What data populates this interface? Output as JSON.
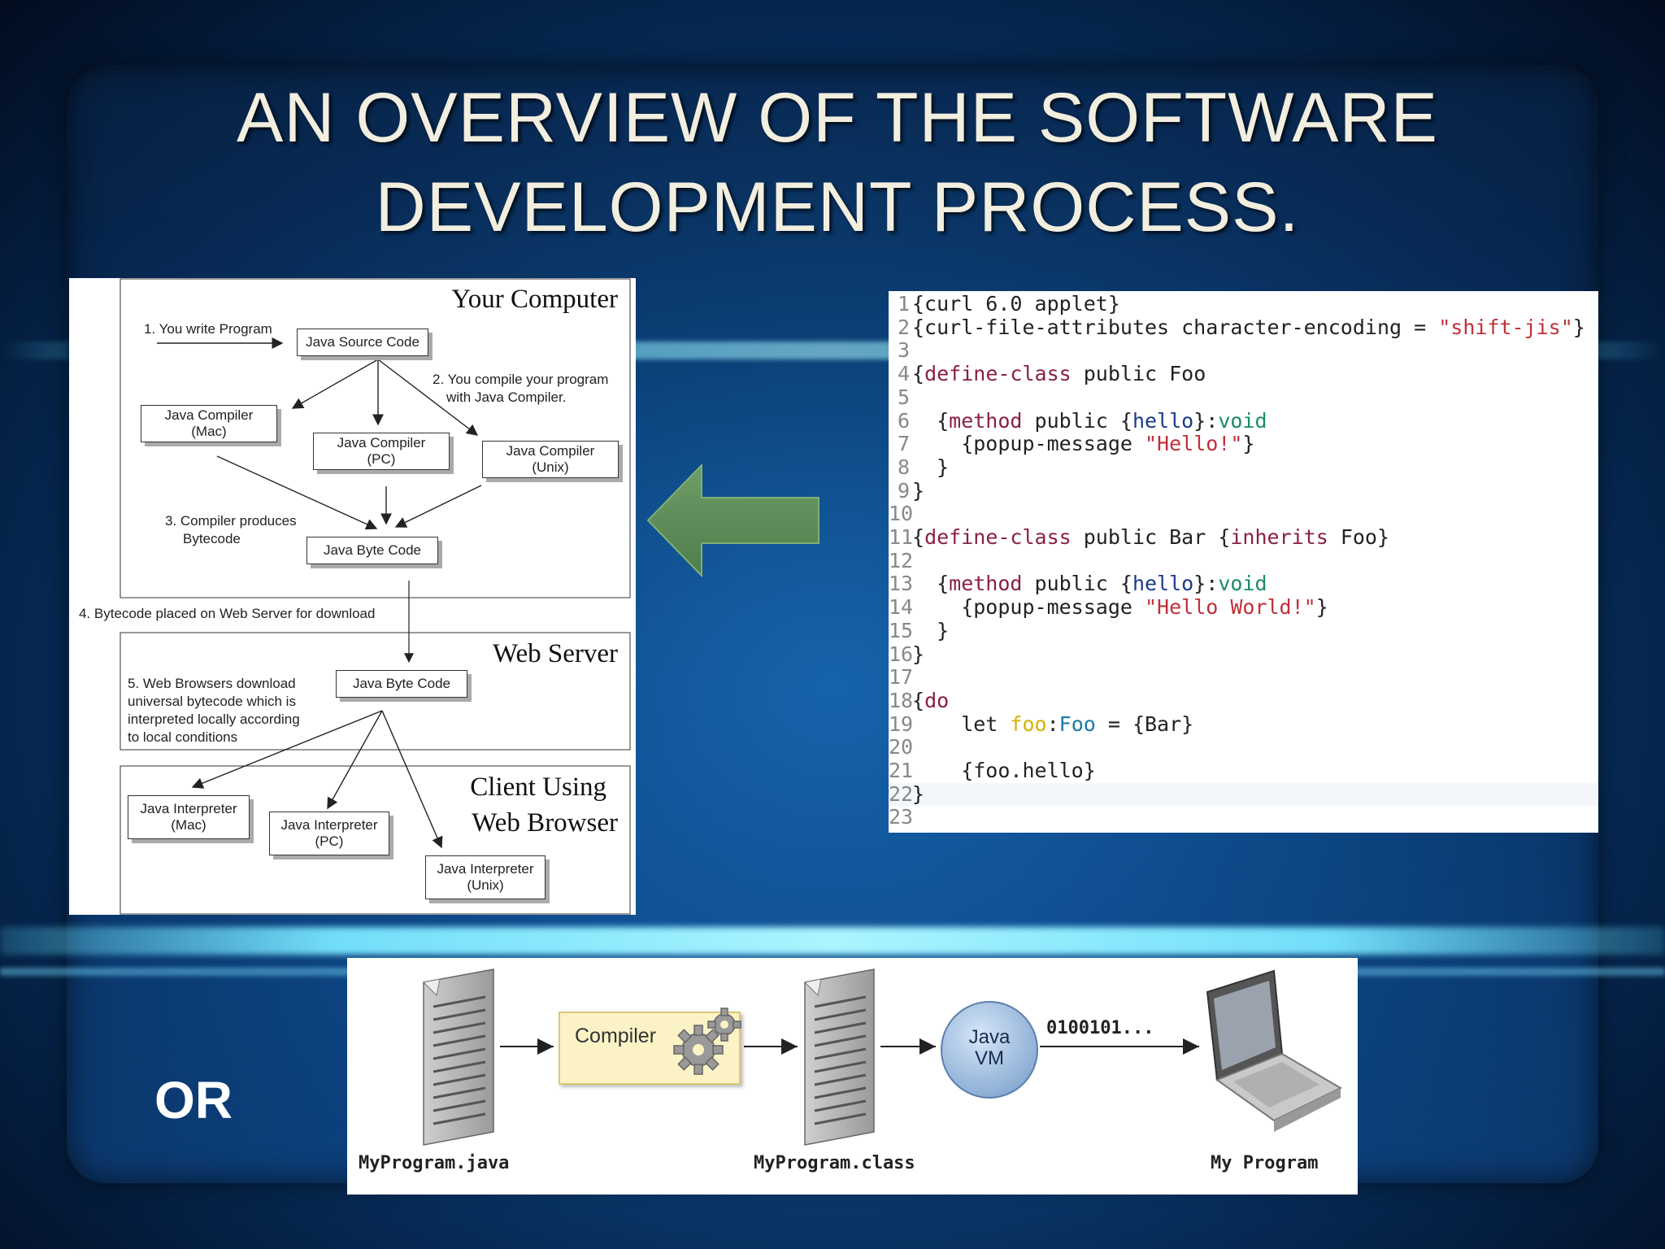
{
  "title": {
    "line1": "AN OVERVIEW OF THE SOFTWARE",
    "line2": "DEVELOPMENT PROCESS."
  },
  "left_diagram": {
    "sections": {
      "your_computer": "Your Computer",
      "web_server": "Web Server",
      "client_line1": "Client Using",
      "client_line2": "Web Browser"
    },
    "steps": {
      "step1": "1. You write Program",
      "step2_line1": "2. You compile your program",
      "step2_line2": "with Java Compiler.",
      "step3_line1": "3. Compiler produces",
      "step3_line2": "Bytecode",
      "step4": "4. Bytecode placed on Web  Server for download",
      "step5_line1": "5. Web Browsers download",
      "step5_line2": "universal bytecode which is",
      "step5_line3": "interpreted locally according",
      "step5_line4": "to local conditions"
    },
    "boxes": {
      "source": "Java Source Code",
      "compiler_mac_1": "Java Compiler",
      "compiler_mac_2": "(Mac)",
      "compiler_pc_1": "Java Compiler",
      "compiler_pc_2": "(PC)",
      "compiler_unix_1": "Java Compiler",
      "compiler_unix_2": "(Unix)",
      "bytecode": "Java Byte Code",
      "server_bytecode": "Java Byte Code",
      "interp_mac_1": "Java Interpreter",
      "interp_mac_2": "(Mac)",
      "interp_pc_1": "Java Interpreter",
      "interp_pc_2": "(PC)",
      "interp_unix_1": "Java Interpreter",
      "interp_unix_2": "(Unix)"
    }
  },
  "arrow": {
    "color": "#5f8f5a",
    "direction": "left"
  },
  "code": {
    "lines": [
      {
        "n": "1",
        "segs": [
          {
            "t": "{curl 6.0 applet}",
            "c": ""
          }
        ]
      },
      {
        "n": "2",
        "segs": [
          {
            "t": "{curl-file-attributes character-encoding = ",
            "c": ""
          },
          {
            "t": "\"shift-jis\"",
            "c": "st"
          },
          {
            "t": "}",
            "c": ""
          }
        ]
      },
      {
        "n": "3",
        "segs": []
      },
      {
        "n": "4",
        "segs": [
          {
            "t": "{",
            "c": ""
          },
          {
            "t": "define-class",
            "c": "kw"
          },
          {
            "t": " public Foo",
            "c": ""
          }
        ]
      },
      {
        "n": "5",
        "segs": []
      },
      {
        "n": "6",
        "segs": [
          {
            "t": "  {",
            "c": ""
          },
          {
            "t": "method",
            "c": "kw"
          },
          {
            "t": " public {",
            "c": ""
          },
          {
            "t": "hello",
            "c": "fn"
          },
          {
            "t": "}:",
            "c": ""
          },
          {
            "t": "void",
            "c": "vd"
          }
        ]
      },
      {
        "n": "7",
        "segs": [
          {
            "t": "    {popup-message ",
            "c": ""
          },
          {
            "t": "\"Hello!\"",
            "c": "st"
          },
          {
            "t": "}",
            "c": ""
          }
        ]
      },
      {
        "n": "8",
        "segs": [
          {
            "t": "  }",
            "c": ""
          }
        ]
      },
      {
        "n": "9",
        "segs": [
          {
            "t": "}",
            "c": ""
          }
        ]
      },
      {
        "n": "10",
        "segs": []
      },
      {
        "n": "11",
        "segs": [
          {
            "t": "{",
            "c": ""
          },
          {
            "t": "define-class",
            "c": "kw"
          },
          {
            "t": " public Bar {",
            "c": ""
          },
          {
            "t": "inherits",
            "c": "kw"
          },
          {
            "t": " Foo}",
            "c": ""
          }
        ]
      },
      {
        "n": "12",
        "segs": []
      },
      {
        "n": "13",
        "segs": [
          {
            "t": "  {",
            "c": ""
          },
          {
            "t": "method",
            "c": "kw"
          },
          {
            "t": " public {",
            "c": ""
          },
          {
            "t": "hello",
            "c": "fn"
          },
          {
            "t": "}:",
            "c": ""
          },
          {
            "t": "void",
            "c": "vd"
          }
        ]
      },
      {
        "n": "14",
        "segs": [
          {
            "t": "    {popup-message ",
            "c": ""
          },
          {
            "t": "\"Hello World!\"",
            "c": "st"
          },
          {
            "t": "}",
            "c": ""
          }
        ]
      },
      {
        "n": "15",
        "segs": [
          {
            "t": "  }",
            "c": ""
          }
        ]
      },
      {
        "n": "16",
        "segs": [
          {
            "t": "}",
            "c": ""
          }
        ]
      },
      {
        "n": "17",
        "segs": []
      },
      {
        "n": "18",
        "segs": [
          {
            "t": "{",
            "c": ""
          },
          {
            "t": "do",
            "c": "kw"
          }
        ]
      },
      {
        "n": "19",
        "segs": [
          {
            "t": "    let ",
            "c": ""
          },
          {
            "t": "foo",
            "c": "va"
          },
          {
            "t": ":",
            "c": ""
          },
          {
            "t": "Foo",
            "c": "ty"
          },
          {
            "t": " = {Bar}",
            "c": ""
          }
        ]
      },
      {
        "n": "20",
        "segs": []
      },
      {
        "n": "21",
        "segs": [
          {
            "t": "    {foo.hello}",
            "c": ""
          }
        ]
      },
      {
        "n": "22",
        "segs": [
          {
            "t": "}",
            "c": ""
          }
        ],
        "highlight": true
      },
      {
        "n": "23",
        "segs": []
      }
    ]
  },
  "or_label": "OR",
  "flow": {
    "compiler": "Compiler",
    "vm_line1": "Java",
    "vm_line2": "VM",
    "binary": "0100101...",
    "source_file": "MyProgram.java",
    "class_file": "MyProgram.class",
    "program": "My Program"
  }
}
